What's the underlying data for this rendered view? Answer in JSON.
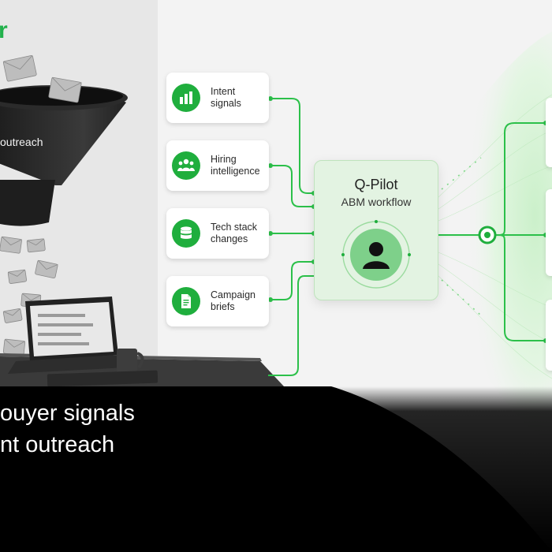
{
  "brand": {
    "text": "r",
    "color": "#22b14c"
  },
  "funnel": {
    "label": "outreach"
  },
  "sources": [
    {
      "label": "Intent signals",
      "icon": "bar-chart-icon"
    },
    {
      "label": "Hiring intelligence",
      "icon": "people-icon"
    },
    {
      "label": "Tech stack changes",
      "icon": "database-icon"
    },
    {
      "label": "Campaign briefs",
      "icon": "document-icon"
    }
  ],
  "hub": {
    "title": "Q-Pilot",
    "subtitle": "ABM workflow",
    "icon": "user-avatar-icon"
  },
  "headline": {
    "line1": "ouyer signals",
    "line2": "nt outreach"
  },
  "colors": {
    "accent": "#1fae3d",
    "hub_bg": "#e3f3e2",
    "connector": "#2cc04a"
  }
}
